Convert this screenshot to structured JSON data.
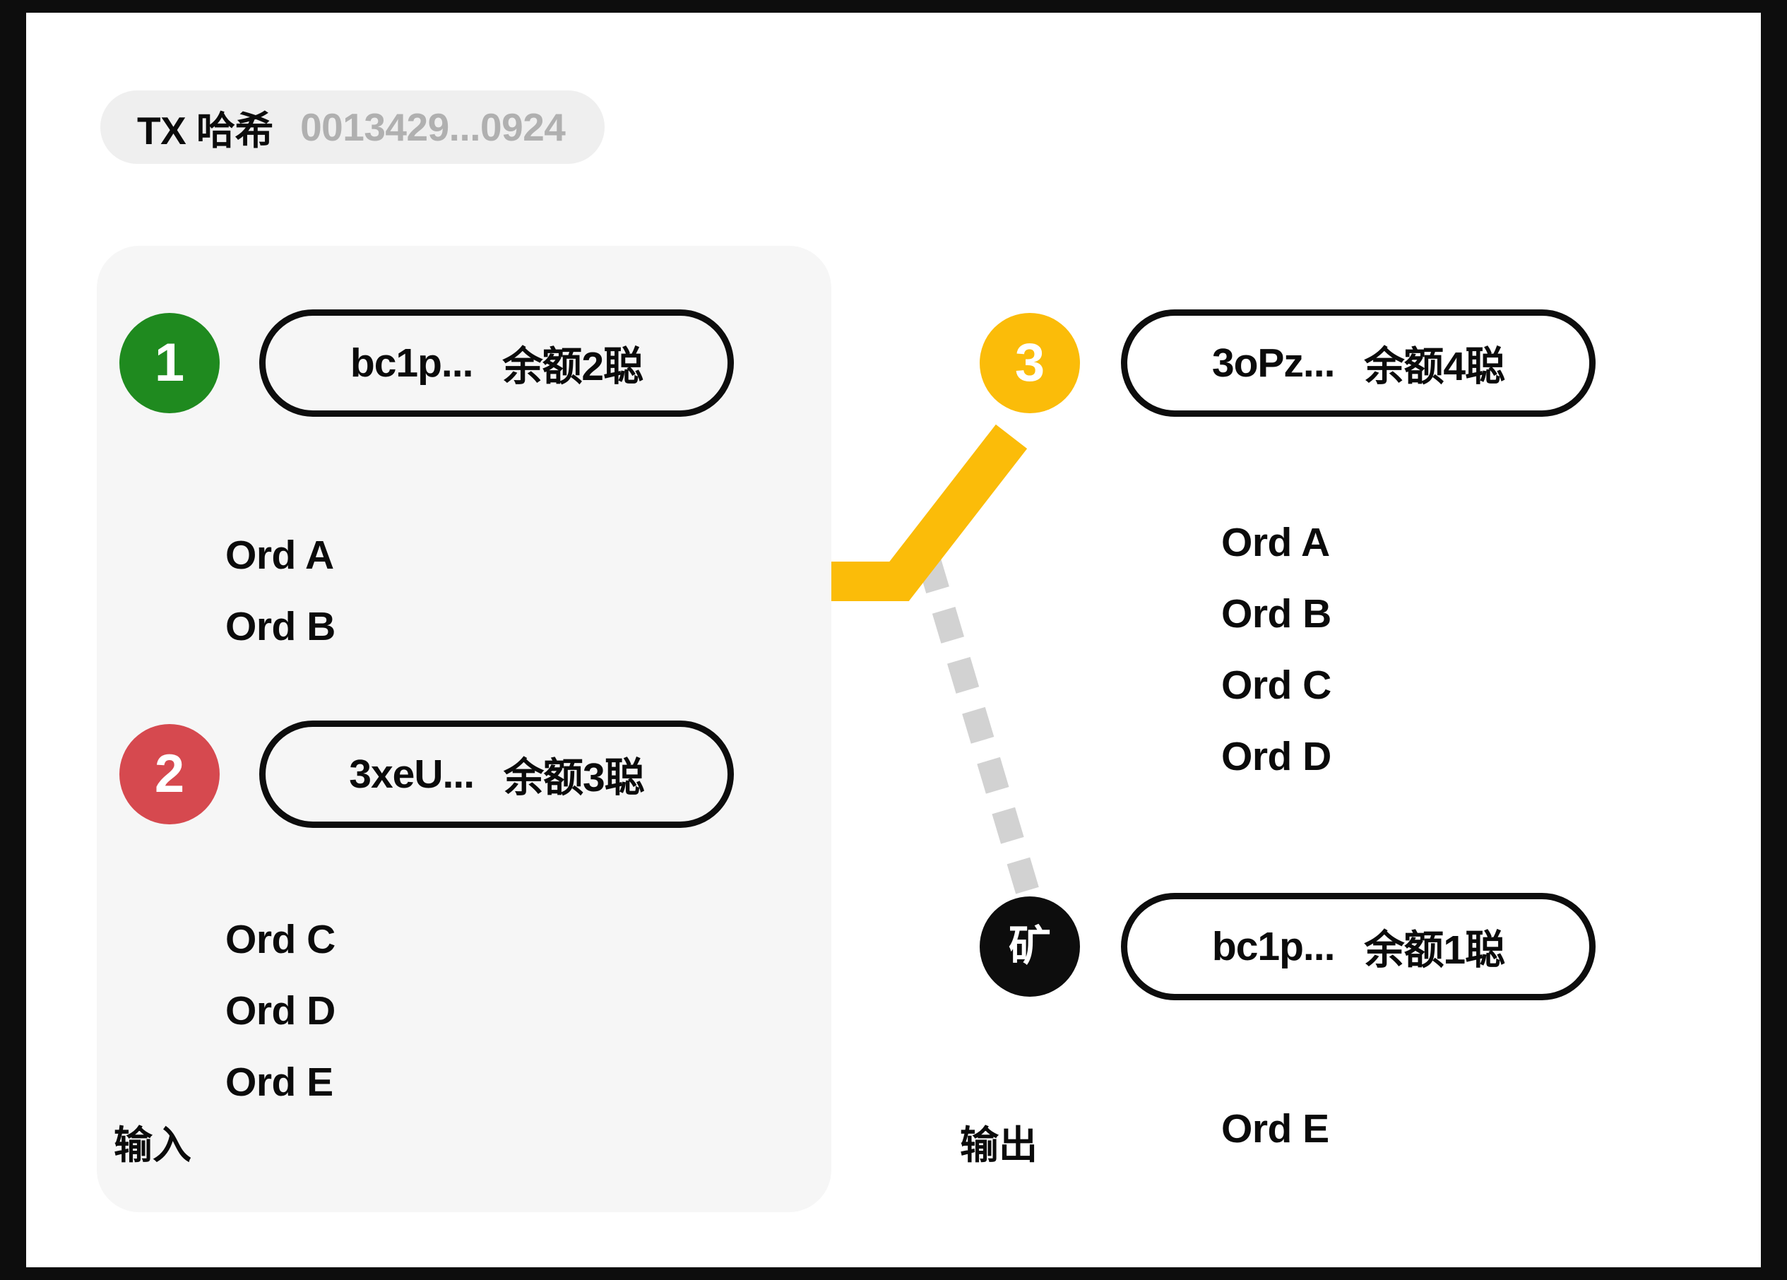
{
  "header": {
    "label": "TX 哈希",
    "value": "0013429...0924"
  },
  "colors": {
    "green": "#1f8a1f",
    "red": "#d6494f",
    "yellow": "#fbbc09",
    "black": "#0d0d0d",
    "panel": "#f6f6f6",
    "hash_pill": "#efefef",
    "hash_value_text": "#b0b0b0",
    "dashed_line": "#d2d2d2"
  },
  "inputs": {
    "section_label": "输入",
    "entries": [
      {
        "index": "1",
        "badge_color": "green",
        "address": "bc1p...",
        "balance": "余额2聪",
        "ordinals": [
          "Ord A",
          "Ord B"
        ]
      },
      {
        "index": "2",
        "badge_color": "red",
        "address": "3xeU...",
        "balance": "余额3聪",
        "ordinals": [
          "Ord C",
          "Ord D",
          "Ord E"
        ]
      }
    ]
  },
  "outputs": {
    "section_label": "输出",
    "entries": [
      {
        "index": "3",
        "badge_color": "yellow",
        "address": "3oPz...",
        "balance": "余额4聪",
        "ordinals": [
          "Ord A",
          "Ord B",
          "Ord C",
          "Ord D"
        ]
      },
      {
        "index": "矿",
        "badge_color": "black",
        "address": "bc1p...",
        "balance": "余额1聪",
        "ordinals": [
          "Ord E"
        ]
      }
    ]
  }
}
